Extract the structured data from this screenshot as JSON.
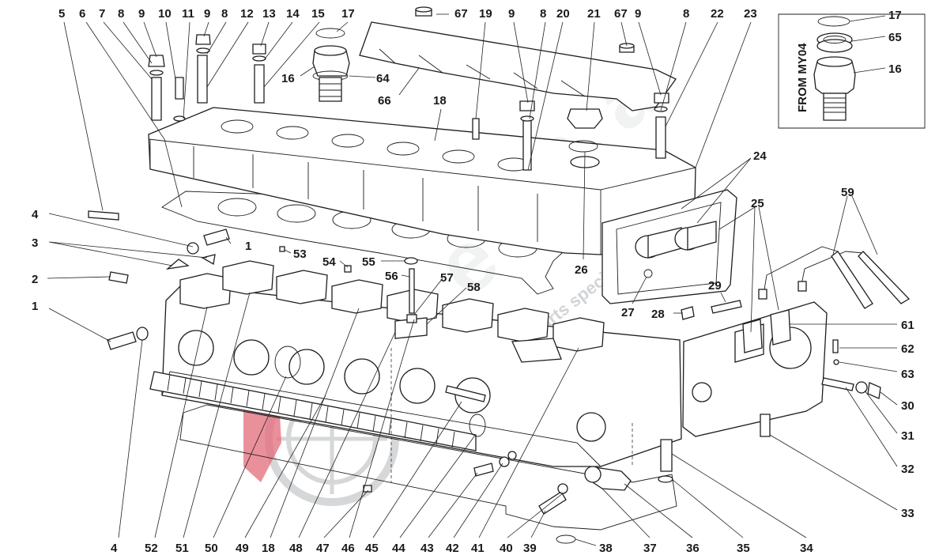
{
  "diagram": {
    "inset_title": "FROM MY04",
    "watermark_text": "Exclusive Car Parts specialist",
    "accent_color": "#e36b7a",
    "watermark_color": "#9aa0a6",
    "labels": {
      "5": "5",
      "6": "6",
      "7": "7",
      "8a": "8",
      "9a": "9",
      "10": "10",
      "11": "11",
      "9b": "9",
      "8b": "8",
      "12": "12",
      "13": "13",
      "14": "14",
      "15": "15",
      "17a": "17",
      "67a": "67",
      "19": "19",
      "9c": "9",
      "8c": "8",
      "20": "20",
      "21": "21",
      "67b": "67",
      "9d": "9",
      "8d": "8",
      "22": "22",
      "23": "23",
      "17b": "17",
      "65": "65",
      "16b": "16",
      "16a": "16",
      "64": "64",
      "66": "66",
      "18a": "18",
      "4a": "4",
      "1": "1",
      "3": "3",
      "53": "53",
      "54": "54",
      "55": "55",
      "56": "56",
      "57": "57",
      "58": "58",
      "2": "2",
      "24": "24",
      "25": "25",
      "26": "26",
      "59": "59",
      "27": "27",
      "28": "28",
      "29": "29",
      "1b": "1",
      "61": "61",
      "62": "62",
      "63": "63",
      "30": "30",
      "31": "31",
      "32": "32",
      "33": "33",
      "4b": "4",
      "52": "52",
      "51": "51",
      "50": "50",
      "49": "49",
      "18b": "18",
      "48": "48",
      "47": "47",
      "46": "46",
      "45": "45",
      "44": "44",
      "43": "43",
      "42": "42",
      "41": "41",
      "40": "40",
      "39": "39",
      "38": "38",
      "37": "37",
      "36": "36",
      "35": "35",
      "34": "34"
    }
  }
}
